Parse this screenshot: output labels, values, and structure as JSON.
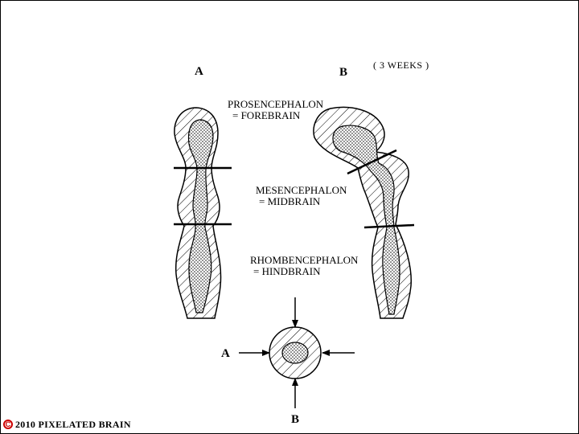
{
  "panel_a_label": "A",
  "panel_b_label": "B",
  "age_note": "( 3 WEEKS )",
  "regions": {
    "prosencephalon": {
      "name": "PROSENCEPHALON",
      "alias": "= FOREBRAIN"
    },
    "mesencephalon": {
      "name": "MESENCEPHALON",
      "alias": "= MIDBRAIN"
    },
    "rhombencephalon": {
      "name": "RHOMBENCEPHALON",
      "alias": "= HINDBRAIN"
    }
  },
  "cross_section": {
    "arrow_a_label": "A",
    "arrow_b_label": "B"
  },
  "copyright": {
    "symbol": "C",
    "text": "2010  PIXELATED BRAIN"
  },
  "colors": {
    "ink": "#000000",
    "copyright_mark": "#cc0000",
    "background": "#ffffff"
  }
}
